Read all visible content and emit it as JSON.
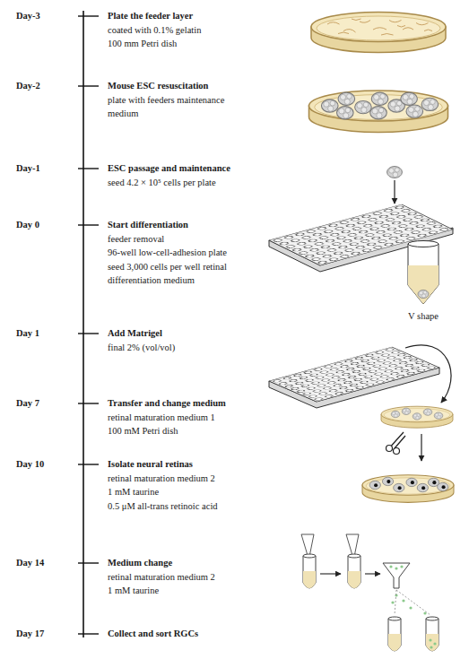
{
  "diagram": {
    "nodes": [
      {
        "text": [
          "Day-3",
          "Plate the feeder layer",
          "coated with 0.1% gelatin",
          "100 mm Petri dish"
        ]
      },
      {
        "text": [
          "Day-2",
          "Mouse ESC resuscitation",
          "plate with feeders maintenance medium"
        ]
      },
      {
        "text": [
          "Day-1",
          "ESC passage and maintenance",
          "seed 4.2 × 10⁵ cells per plate"
        ]
      },
      {
        "text": [
          "Day 0",
          "Start differentiation",
          "feeder removal",
          "96-well low-cell-adhesion plate",
          "seed 3,000 cells per well retinal differentiation medium"
        ]
      },
      {
        "text": [
          "Day 1",
          "Add Matrigel",
          "final 2% (vol/vol)"
        ]
      },
      {
        "text": [
          "Day 7",
          "Transfer and change medium",
          "retinal maturation medium 1",
          "100 mM Petri dish"
        ]
      },
      {
        "text": [
          "Day 10",
          "Isolate neural retinas",
          "retinal maturation medium 2",
          "1 mM taurine",
          "0.5 μM all-trans retinoic acid"
        ]
      },
      {
        "text": [
          "Day 14",
          "Medium change",
          "retinal maturation medium 2",
          "1 mM taurine"
        ]
      },
      {
        "text": [
          "Day 17",
          "Collect and sort RGCs"
        ]
      }
    ],
    "labels": [
      "V shape"
    ]
  }
}
